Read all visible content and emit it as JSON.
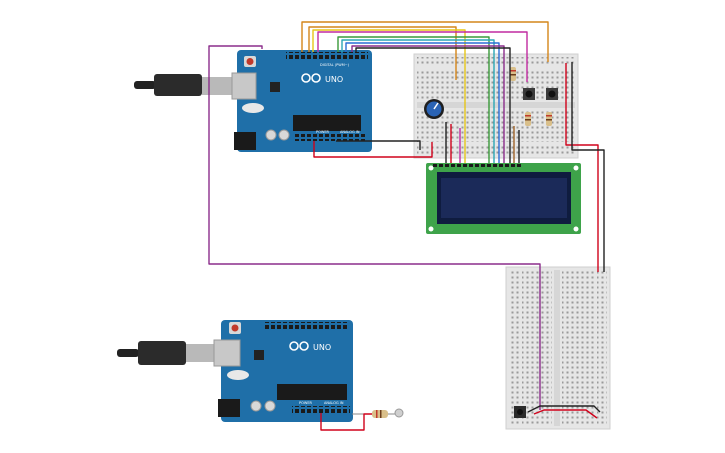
{
  "boards": {
    "top": {
      "model_label": "UNO",
      "digital_label": "DIGITAL (PWM~)",
      "power_label": "POWER",
      "analog_label": "ANALOG IN"
    },
    "bottom": {
      "model_label": "UNO",
      "power_label": "POWER",
      "analog_label": "ANALOG IN"
    }
  },
  "colors": {
    "arduino_blue": "#1f6fa8",
    "breadboard": "#e6e6e6",
    "lcd_pcb": "#3ea34a",
    "lcd_screen": "#1b2a59",
    "wire_red": "#d0021b",
    "wire_black": "#222222",
    "wire_purple": "#8b2d8b",
    "wire_orange": "#d4861a",
    "wire_yellow": "#e6c619",
    "wire_green": "#3a9a3a",
    "wire_blue": "#2a6fd6",
    "wire_teal": "#2aa7b5",
    "wire_magenta": "#c02aa0",
    "wire_brown": "#a0642a"
  }
}
